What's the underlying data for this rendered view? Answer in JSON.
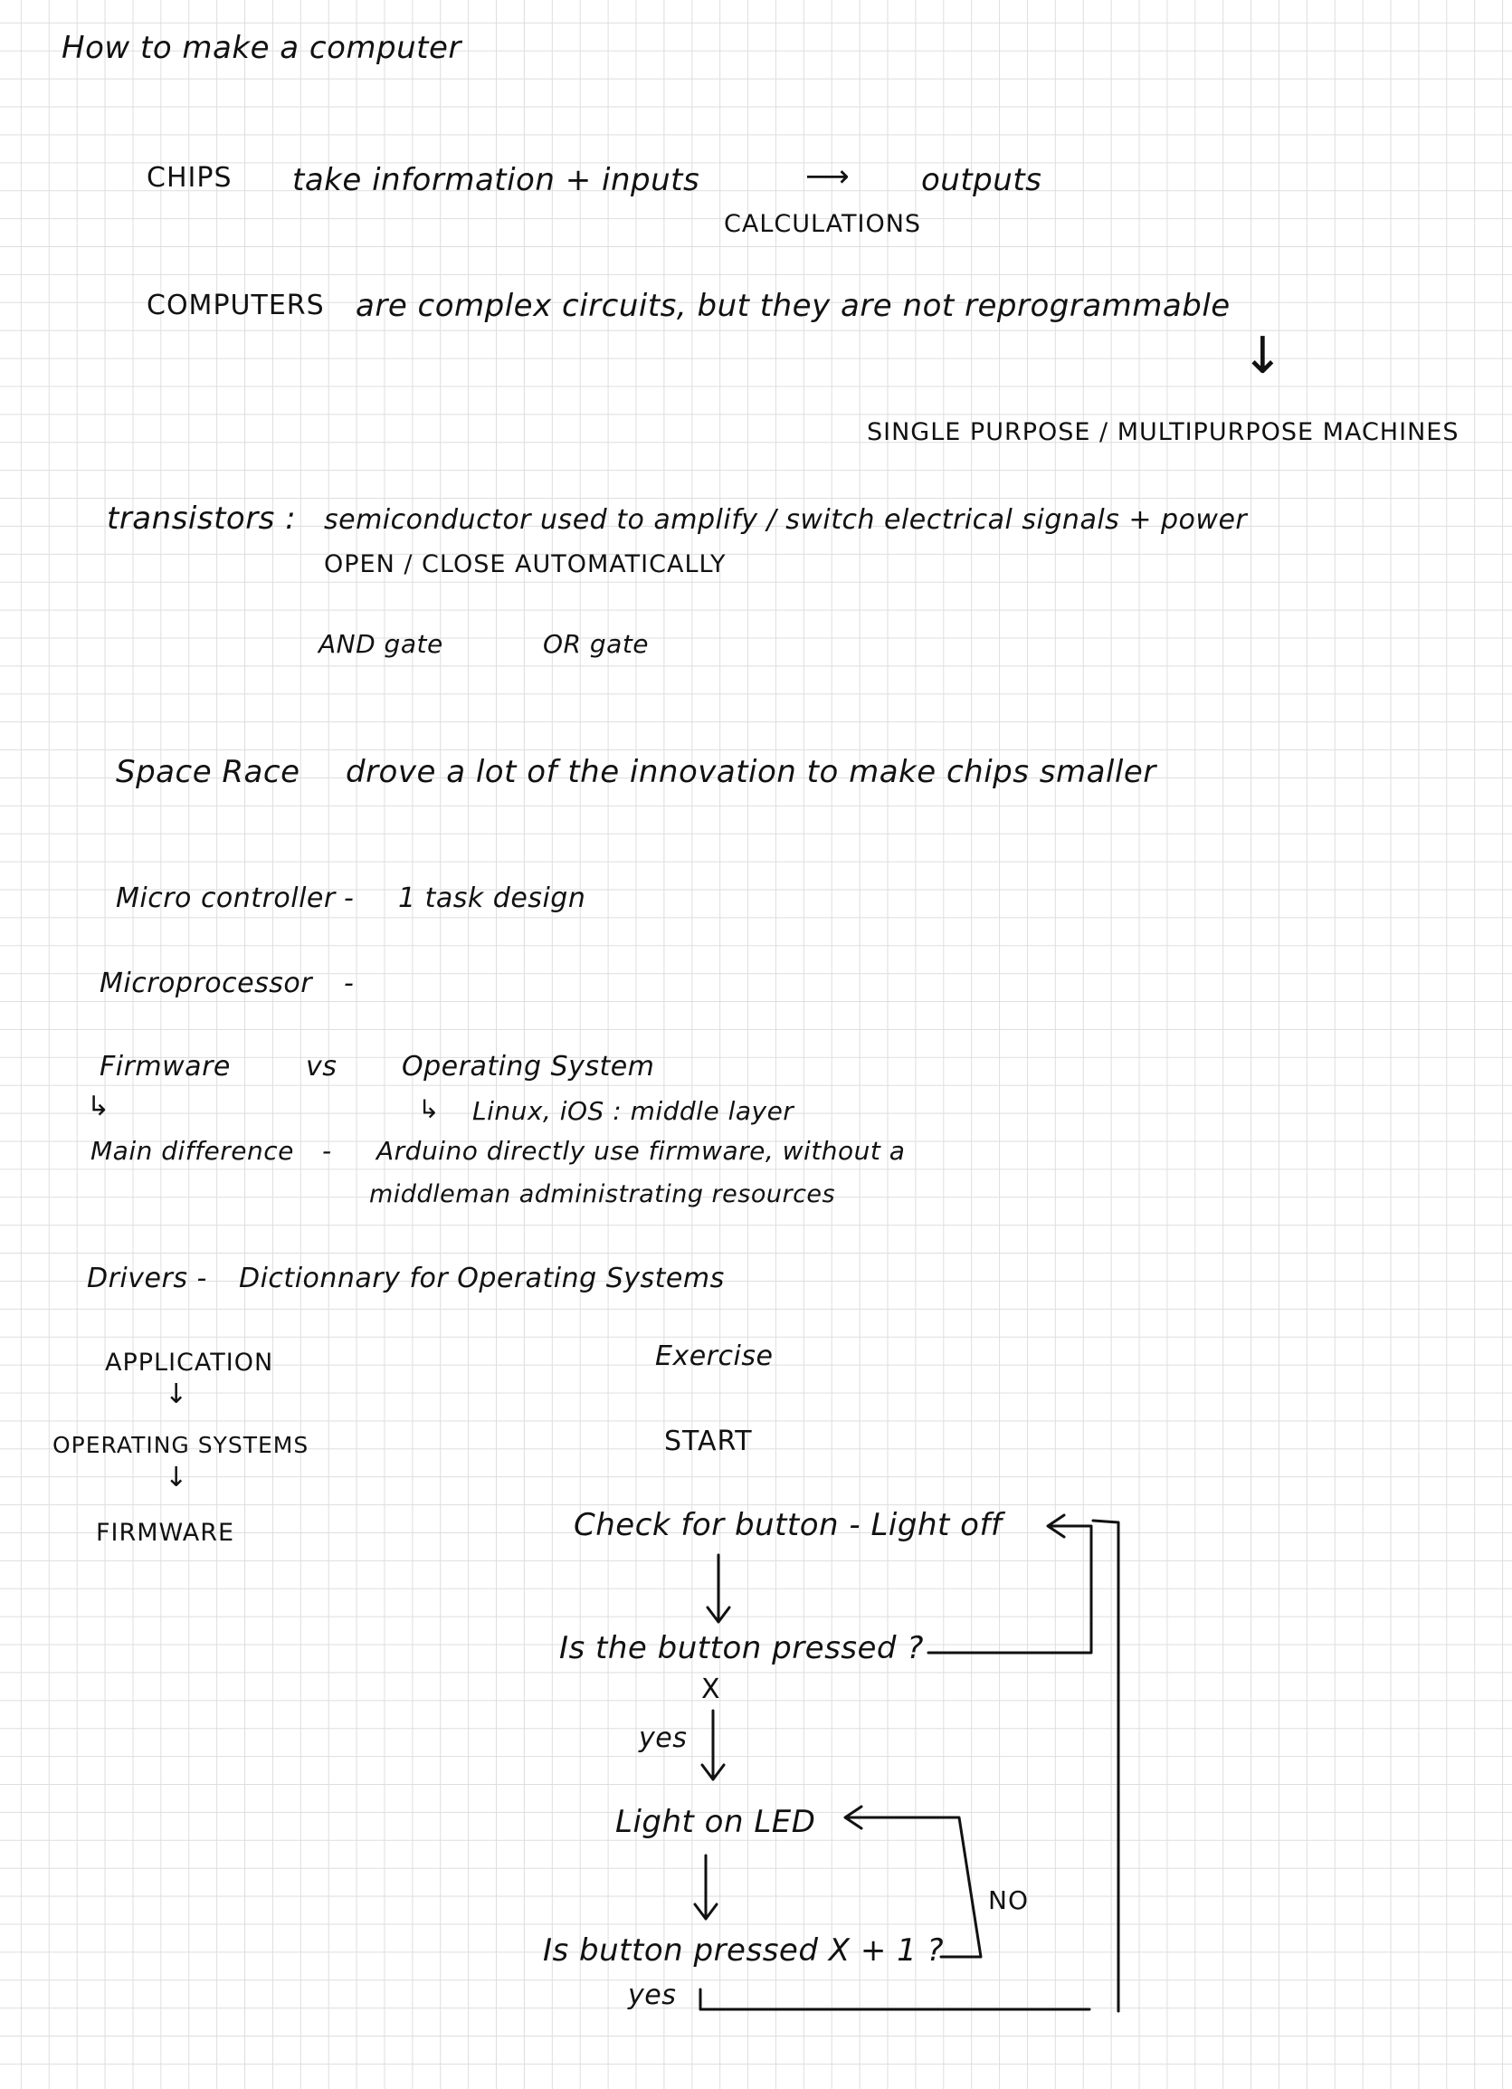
{
  "notes": {
    "title": "How to make a computer",
    "chips": {
      "term": "CHIPS",
      "text": "take information + inputs",
      "arrow": "⟶",
      "result": "outputs",
      "sub": "CALCULATIONS"
    },
    "computers": {
      "term": "COMPUTERS",
      "text": "are complex circuits, but they are not reprogrammable",
      "arrow": "↓",
      "sub": "SINGLE PURPOSE / MULTIPURPOSE MACHINES"
    },
    "transistors": {
      "term": "transistors :",
      "text": "semiconductor used to amplify / switch electrical signals + power",
      "sub": "OPEN / CLOSE AUTOMATICALLY",
      "gate_and": "AND gate",
      "gate_or": "OR gate"
    },
    "space_race": {
      "term": "Space Race",
      "text": "drove a lot of the innovation to make chips smaller"
    },
    "microcontroller": {
      "term": "Micro controller",
      "dash": "-",
      "text": "1 task design"
    },
    "microprocessor": {
      "term": "Microprocessor",
      "dash": "-"
    },
    "firmware": {
      "term": "Firmware",
      "vs": "vs",
      "os": "Operating System",
      "left_arrow": "↳",
      "os_arrow": "↳",
      "os_detail": "Linux, iOS : middle layer",
      "main_diff_label": "Main difference",
      "dash": "-",
      "main_diff_line1": "Arduino directly use firmware, without a",
      "main_diff_line2": "middleman administrating resources"
    },
    "drivers": {
      "term": "Drivers -",
      "text": "Dictionnary for Operating Systems"
    },
    "stack": {
      "application": "APPLICATION",
      "os": "OPERATING SYSTEMS",
      "firmware": "FIRMWARE",
      "arrow": "↓"
    }
  },
  "exercise": {
    "title": "Exercise",
    "start": "START",
    "step_check": "Check for button - Light off",
    "decision_1": "Is the button pressed ?",
    "x_mark": "X",
    "yes_1": "yes",
    "step_light": "Light on LED",
    "no_label": "NO",
    "decision_2": "Is button pressed X + 1 ?",
    "yes_2": "yes"
  },
  "colors": {
    "ink": "#111111",
    "grid": "#dedede"
  }
}
